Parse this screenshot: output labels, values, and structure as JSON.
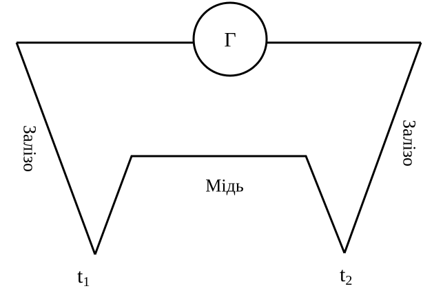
{
  "meter": {
    "symbol": "Г"
  },
  "wires": {
    "left_material": "Залізо",
    "right_material": "Залізо",
    "middle_material": "Мідь"
  },
  "junctions": {
    "left": {
      "base": "t",
      "index": "1"
    },
    "right": {
      "base": "t",
      "index": "2"
    }
  },
  "colors": {
    "stroke": "#000000",
    "background": "#ffffff"
  }
}
